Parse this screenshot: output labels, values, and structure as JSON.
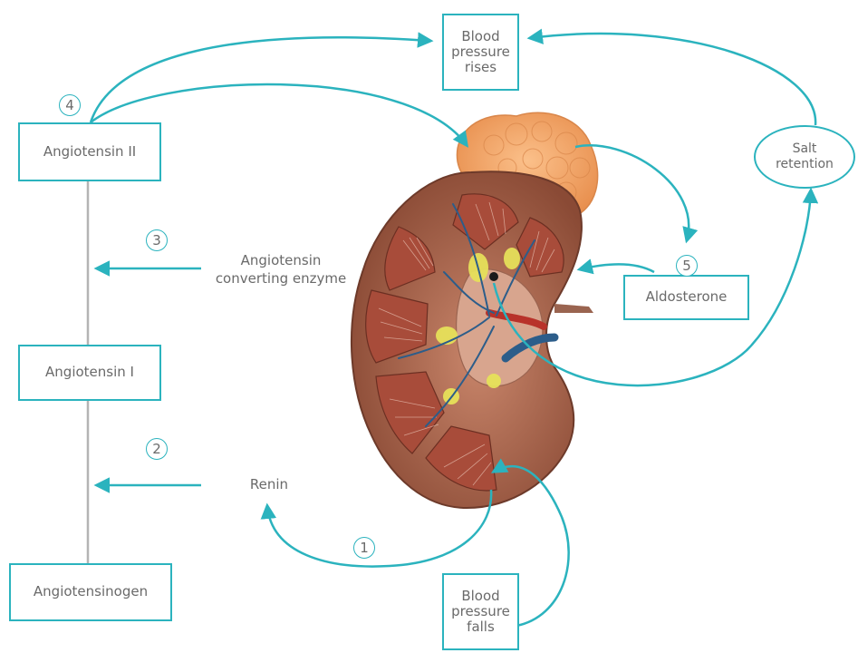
{
  "boxes": {
    "bp_rises": "Blood\npressure\nrises",
    "angiotensin_ii": "Angiotensin II",
    "angiotensin_i": "Angiotensin I",
    "angiotensinogen": "Angiotensinogen",
    "aldosterone": "Aldosterone",
    "bp_falls": "Blood\npressure\nfalls",
    "salt_retention": "Salt\nretention"
  },
  "labels": {
    "ace": "Angiotensin\nconverting enzyme",
    "renin": "Renin"
  },
  "steps": [
    "1",
    "2",
    "3",
    "4",
    "5"
  ],
  "colors": {
    "accent": "#2bb3be",
    "connector": "#b4b4b4",
    "text": "#6a6a6a",
    "kidney_capsule": "#7a4432",
    "kidney_tissue": "#a34b38",
    "adrenal_gland": "#f0a466",
    "vessel_blue": "#2c5d8a",
    "vessel_red": "#b8322a",
    "calyx_yellow": "#e6e05a"
  },
  "illustration": "kidney-with-adrenal-gland"
}
